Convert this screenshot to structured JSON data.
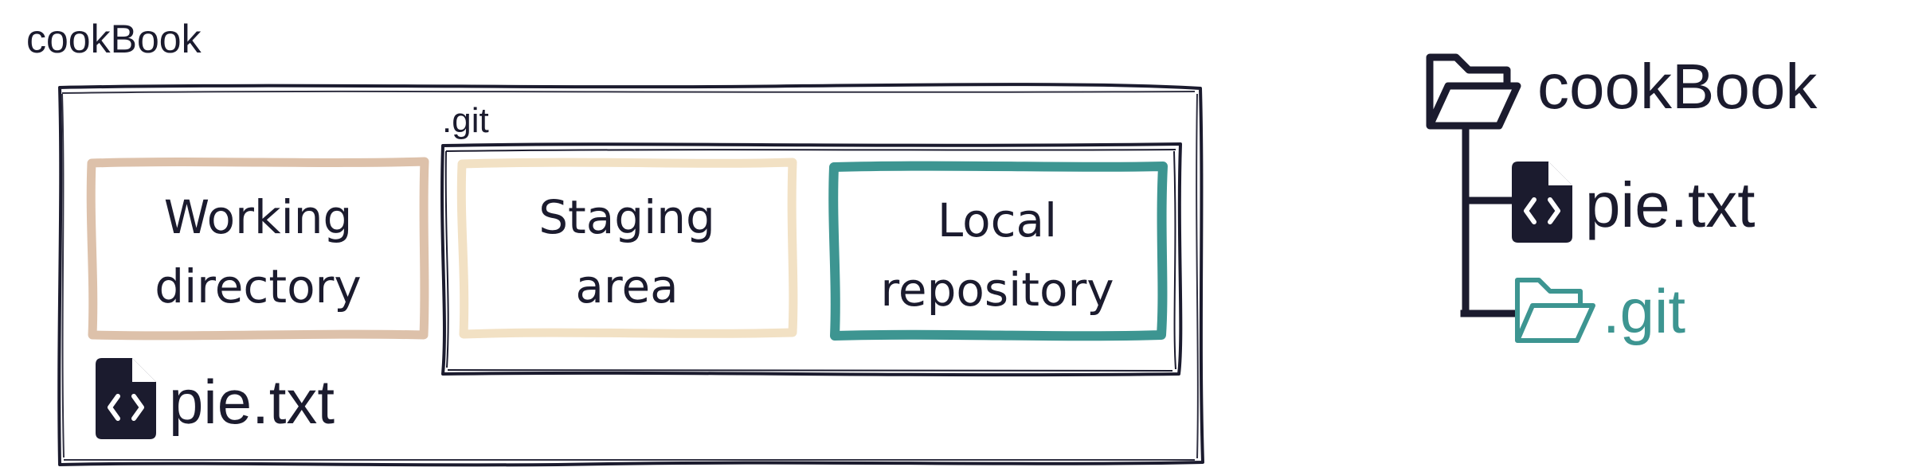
{
  "left_diagram": {
    "folder_label": "cookBook",
    "git_label": ".git",
    "boxes": [
      {
        "line1": "Working",
        "line2": "directory",
        "color": "#DDC1AA"
      },
      {
        "line1": "Staging",
        "line2": "area",
        "color": "#F2E1C4"
      },
      {
        "line1": "Local",
        "line2": "repository",
        "color": "#3D9591"
      }
    ],
    "file_label": "pie.txt"
  },
  "tree": {
    "root_label": "cookBook",
    "file_label": "pie.txt",
    "git_label": ".git"
  },
  "colors": {
    "ink": "#1B1B2E",
    "teal": "#3D9591",
    "tan": "#DDC1AA",
    "cream": "#F2E1C4"
  }
}
